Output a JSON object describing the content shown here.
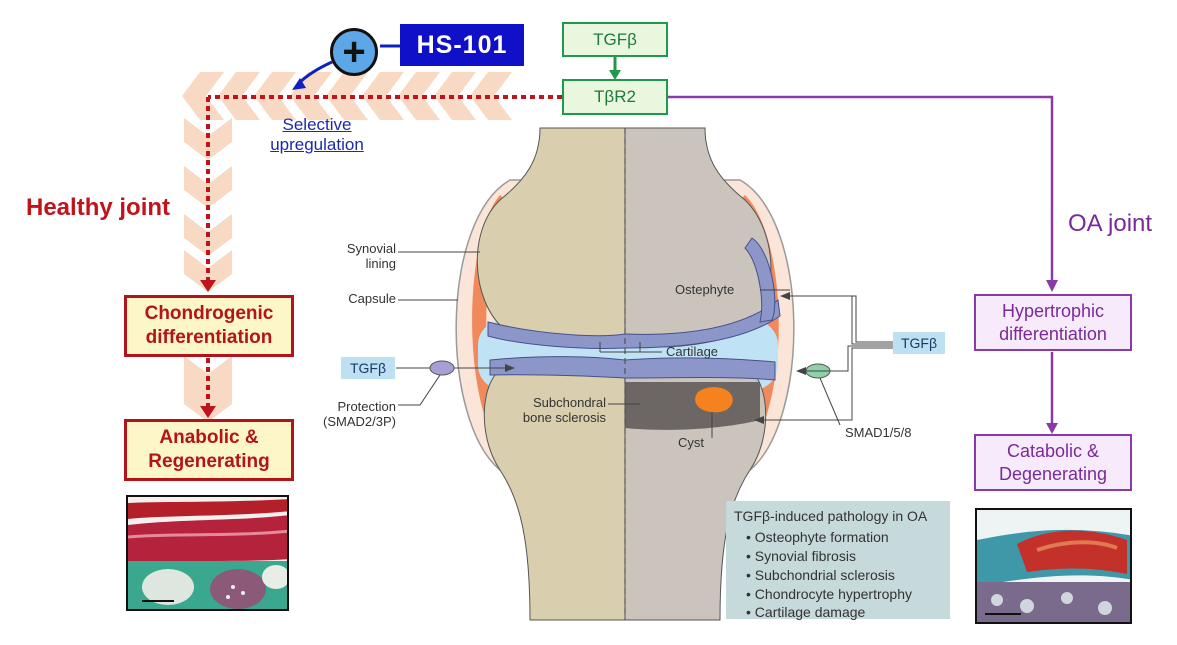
{
  "hs101": "HS-101",
  "plus_symbol": "+",
  "tgfb_top": "TGFβ",
  "tbr2": "TβR2",
  "selective_upregulation": [
    "Selective",
    "upregulation"
  ],
  "healthy_joint": "Healthy joint",
  "oa_joint": "OA joint",
  "healthy_steps": [
    "Chondrogenic differentiation",
    "Anabolic & Regenerating"
  ],
  "healthy_lines": {
    "step1": [
      "Chondrogenic",
      "differentiation"
    ],
    "step2": [
      "Anabolic &",
      "Regenerating"
    ]
  },
  "oa_steps": {
    "step1": [
      "Hypertrophic",
      "differentiation"
    ],
    "step2": [
      "Catabolic &",
      "Degenerating"
    ]
  },
  "anatomy_labels": {
    "synovial_lining": [
      "Synovial",
      "lining"
    ],
    "capsule": "Capsule",
    "tgfb_left": "TGFβ",
    "protection": [
      "Protection",
      "(SMAD2/3P)"
    ],
    "subchondral": [
      "Subchondral",
      "bone sclerosis"
    ],
    "cartilage": "Cartilage",
    "ostephyte": "Ostephyte",
    "tgfb_right": "TGFβ",
    "smad158": "SMAD1/5/8",
    "cyst": "Cyst"
  },
  "legend": {
    "title": "TGFβ-induced pathology in OA",
    "items": [
      "Osteophyte formation",
      "Synovial fibrosis",
      "Subchondrial sclerosis",
      "Chondrocyte hypertrophy",
      "Cartilage damage"
    ]
  },
  "colors": {
    "healthy_red": "#b3141c",
    "oa_purple": "#8a3aa8",
    "hs_blue": "#1010c8",
    "tgf_green": "#1f9a4a"
  }
}
